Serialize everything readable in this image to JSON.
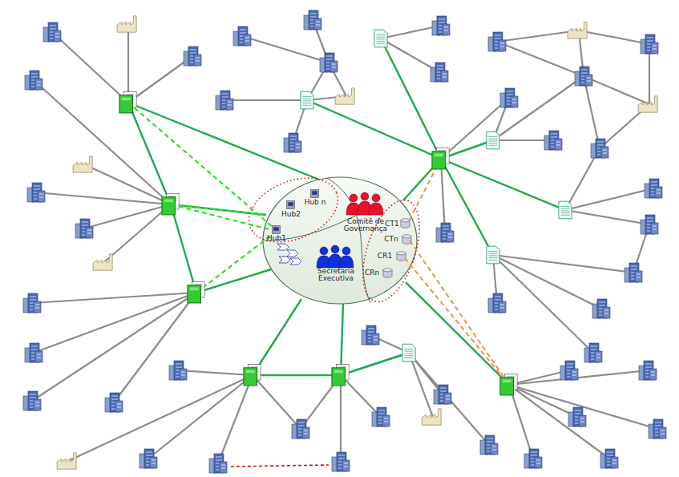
{
  "diagram": {
    "nodes": [
      {
        "text": [
          "Hub2"
        ]
      },
      {
        "text": [
          "Hub n"
        ]
      },
      {
        "text": [
          "Hub1"
        ]
      },
      {
        "text": [
          "Comitê de Governança"
        ]
      },
      {
        "text": [
          "Secretaria Executiva"
        ]
      },
      {
        "text": [
          "CT1"
        ]
      },
      {
        "text": [
          "CTn"
        ]
      },
      {
        "text": [
          "CR1"
        ]
      },
      {
        "text": [
          "CRn"
        ]
      }
    ]
  }
}
